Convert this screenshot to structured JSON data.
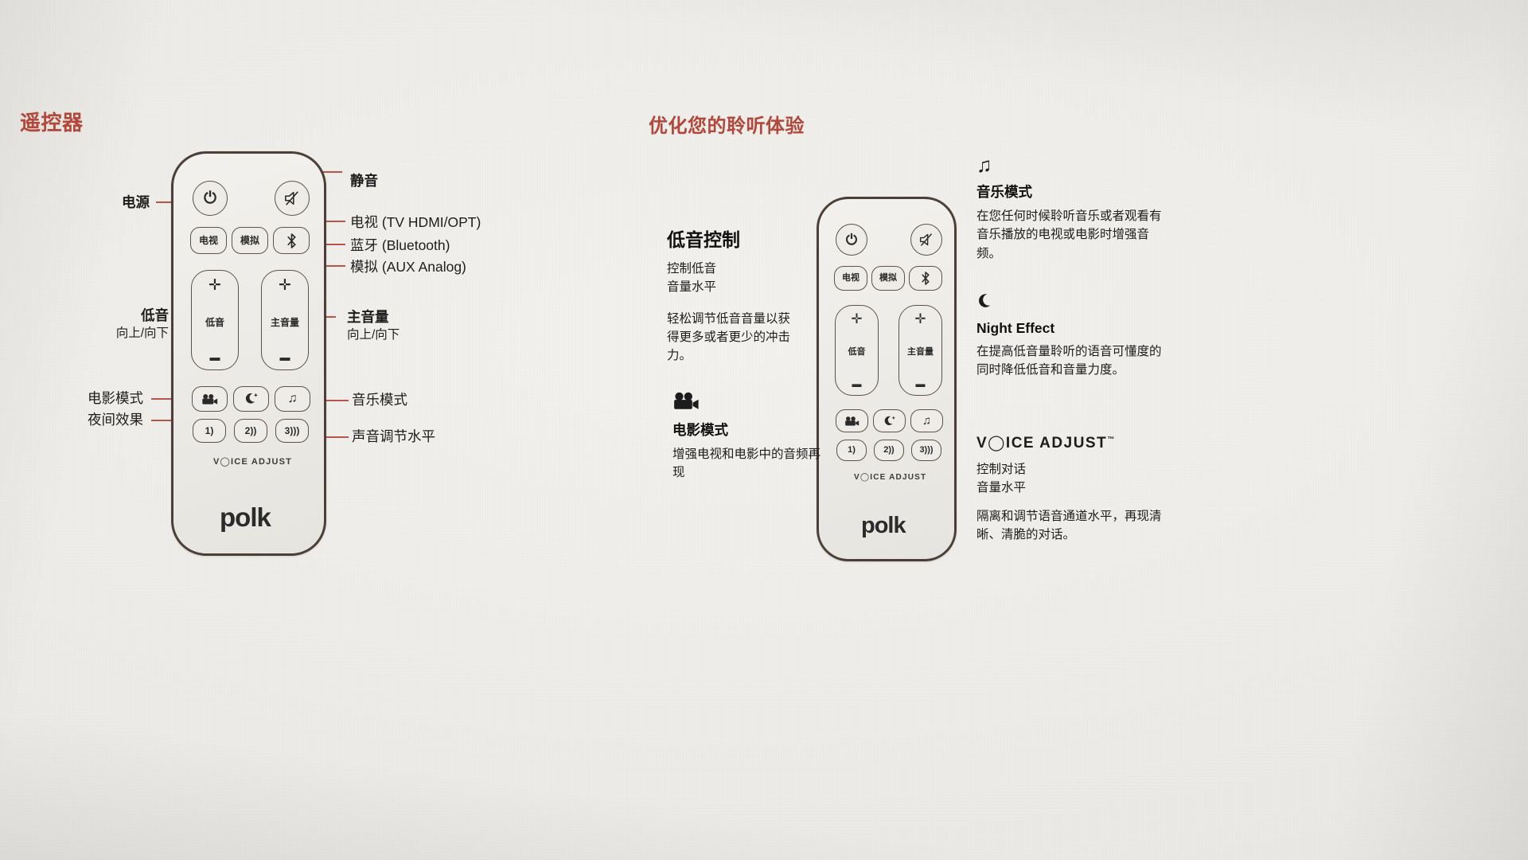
{
  "page": {
    "left_title": "遥控器",
    "right_title": "优化您的聆听体验",
    "title_color": "#b2473a",
    "lead_color": "#b4564a",
    "paper_color": "#eceae6"
  },
  "remote": {
    "brand": "polk",
    "voice_adjust_word": "V◯ICE ADJUST",
    "buttons": {
      "power": "⏻",
      "mute": "mute-icon",
      "tv": "电视",
      "aux": "模拟",
      "bluetooth": "✳",
      "bass_label": "低音",
      "volume_label": "主音量",
      "plus": "✛",
      "minus": "▬",
      "movie": "movie-camera-icon",
      "night": "moon-icon",
      "music": "♫",
      "va1": "1)",
      "va2": "2))",
      "va3": "3)))"
    }
  },
  "callouts": {
    "left": [
      {
        "name": "power",
        "title": "电源",
        "sub": ""
      },
      {
        "name": "bass",
        "title": "低音",
        "sub": "向上/向下"
      },
      {
        "name": "movie-mode",
        "title": "电影模式",
        "sub": ""
      },
      {
        "name": "night-effect",
        "title": "夜间效果",
        "sub": ""
      }
    ],
    "right": [
      {
        "name": "mute",
        "title": "静音",
        "sub": ""
      },
      {
        "name": "tv",
        "title": "电视 (TV HDMI/OPT)",
        "sub": ""
      },
      {
        "name": "bluetooth",
        "title": "蓝牙 (Bluetooth)",
        "sub": ""
      },
      {
        "name": "aux",
        "title": "模拟 (AUX Analog)",
        "sub": ""
      },
      {
        "name": "volume",
        "title": "主音量",
        "sub": "向上/向下"
      },
      {
        "name": "music-mode",
        "title": "音乐模式",
        "sub": ""
      },
      {
        "name": "voice-level",
        "title": "声音调节水平",
        "sub": ""
      }
    ]
  },
  "features": {
    "bass": {
      "heading": "低音控制",
      "line1": "控制低音",
      "line2": "音量水平",
      "body": "轻松调节低音音量以获得更多或者更少的冲击力。"
    },
    "music": {
      "icon": "♫",
      "heading": "音乐模式",
      "body": "在您任何时候聆听音乐或者观看有音乐播放的电视或电影时增强音频。"
    },
    "night": {
      "icon": "☾",
      "heading": "Night Effect",
      "body": "在提高低音量聆听的语音可懂度的同时降低低音和音量力度。"
    },
    "movie": {
      "icon": "movie-camera-icon",
      "heading": "电影模式",
      "body": "增强电视和电影中的音频再现"
    },
    "voice": {
      "logo": "V◯ICE ADJUST",
      "trademark": "™",
      "line1": "控制对话",
      "line2": "音量水平",
      "body": "隔离和调节语音通道水平，再现清晰、清脆的对话。"
    }
  }
}
